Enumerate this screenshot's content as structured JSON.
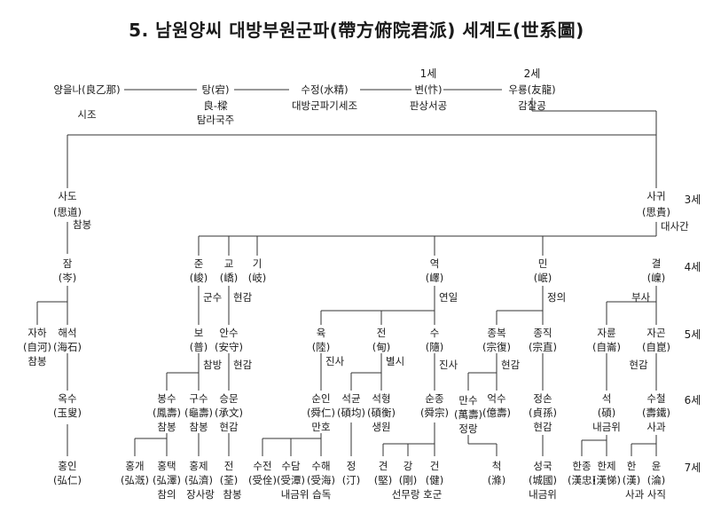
{
  "title": "5. 남원양씨 대방부원군파(帶方俯院君派) 세계도(世系圖)",
  "generations": {
    "g1": "1세",
    "g2": "2세",
    "g3": "3세",
    "g4": "4세",
    "g5": "5세",
    "g6": "6세",
    "g7": "7세"
  },
  "row0": {
    "yangeulna": "양을나(良乙那)",
    "sijo": "시조",
    "tang": "탕(宕)",
    "tang_note1": "良-樑",
    "tang_note2": "탐라국주",
    "sujeong": "수정(水精)",
    "sujeong_note": "대방군파기세조",
    "byeon": "변(忭)",
    "byeon_note": "판상서공",
    "uryong": "우룡(友龍)",
    "uryong_note": "감찰공"
  },
  "row3": {
    "sado": "사도",
    "sado_h": "(思道)",
    "sado_note": "참봉",
    "sagwi": "사귀",
    "sagwi_h": "(思貴)",
    "sagwi_note": "대사간"
  },
  "row4": {
    "jam": "잠",
    "jam_h": "(岑)",
    "jun": "준",
    "jun_h": "(峻)",
    "gyo": "교",
    "gyo_h": "(嶠)",
    "gi": "기",
    "gi_h": "(岐)",
    "yeok": "역",
    "yeok_h": "(嶧)",
    "min": "민",
    "min_h": "(岷)",
    "gyeol": "결",
    "gyeol_h": "(嵲)"
  },
  "branch4": {
    "gunsu": "군수",
    "hyeongam1": "현감",
    "yeonil": "연일",
    "jeongui": "정의",
    "busa": "부사"
  },
  "row5": {
    "jaha": "자하",
    "jaha_h": "(自河)",
    "jaha_note": "참봉",
    "haeseok": "해석",
    "haeseok_h": "(海石)",
    "bo": "보",
    "bo_h": "(普)",
    "ansu": "안수",
    "ansu_h": "(安守)",
    "yuk": "육",
    "yuk_h": "(陸)",
    "jeon": "전",
    "jeon_h": "(甸)",
    "su": "수",
    "su_h": "(隨)",
    "jongbok": "종복",
    "jongbok_h": "(宗復)",
    "jongjik": "종직",
    "jongjik_h": "(宗直)",
    "jaryun": "자륜",
    "jaryun_h": "(自崙)",
    "jagon": "자곤",
    "jagon_h": "(自崑)"
  },
  "branch5": {
    "chambang": "참방",
    "hyeongam2": "현감",
    "jinsa1": "진사",
    "byeolsi": "별시",
    "jinsa2": "진사",
    "hyeongam3": "현감",
    "hyeongam4": "현감"
  },
  "row6": {
    "oksu": "옥수",
    "oksu_h": "(玉叟)",
    "bongsu": "봉수",
    "bongsu_h": "(鳳壽)",
    "bongsu_note": "참봉",
    "gusu": "구수",
    "gusu_h": "(龜壽)",
    "gusu_note": "참봉",
    "seungmun": "승문",
    "seungmun_h": "(承文)",
    "seungmun_note": "현감",
    "sunin": "순인",
    "sunin_h": "(舜仁)",
    "sunin_note": "만호",
    "seokgyun": "석균",
    "seokgyun_h": "(碩均)",
    "seokhyeong": "석형",
    "seokhyeong_h": "(碩衡)",
    "seokhyeong_note": "생원",
    "sunjong": "순종",
    "sunjong_h": "(舜宗)",
    "mansu": "만수",
    "mansu_h": "(萬壽)",
    "mansu_note": "정랑",
    "eoksu": "억수",
    "eoksu_h": "(億壽)",
    "jeongson": "정손",
    "jeongson_h": "(貞孫)",
    "jeongson_note": "현감",
    "seok": "석",
    "seok_h": "(碩)",
    "seok_note": "내금위",
    "sucheol": "수철",
    "sucheol_h": "(壽鐵)",
    "sucheol_note": "사과"
  },
  "row7": {
    "hongin": "홍인",
    "hongin_h": "(弘仁)",
    "honggae": "홍개",
    "honggae_h": "(弘漑)",
    "hongtaek": "홍택",
    "hongtaek_h": "(弘澤)",
    "hongtaek_note": "참의",
    "hongje": "홍제",
    "hongje_h": "(弘濟)",
    "hongje_note": "장사랑",
    "jeon7": "전",
    "jeon7_h": "(荃)",
    "jeon7_note": "참봉",
    "sujeon": "수전",
    "sujeon_h": "(受佺)",
    "sudam": "수담",
    "sudam_h": "(受潭)",
    "suhae": "수해",
    "suhae_h": "(受海)",
    "sudam_suhae_note": "내금위 습독",
    "jeong": "정",
    "jeong_h": "(汀)",
    "gyeon": "견",
    "gyeon_h": "(堅)",
    "gang": "강",
    "gang_h": "(剛)",
    "geon": "건",
    "geon_h": "(健)",
    "gang_geon_note": "선무랑 호군",
    "cheok": "척",
    "cheok_h": "(滌)",
    "seongguk": "성국",
    "seongguk_h": "(城國)",
    "seongguk_note": "내금위",
    "hanjong": "한종",
    "hanjong_h": "(漢忠)",
    "hanje": "한제",
    "hanje_h": "(漢悌)",
    "han": "한",
    "han_h": "(漢)",
    "yun": "윤",
    "yun_h": "(淪)",
    "han_yun_note": "사과 사직"
  }
}
